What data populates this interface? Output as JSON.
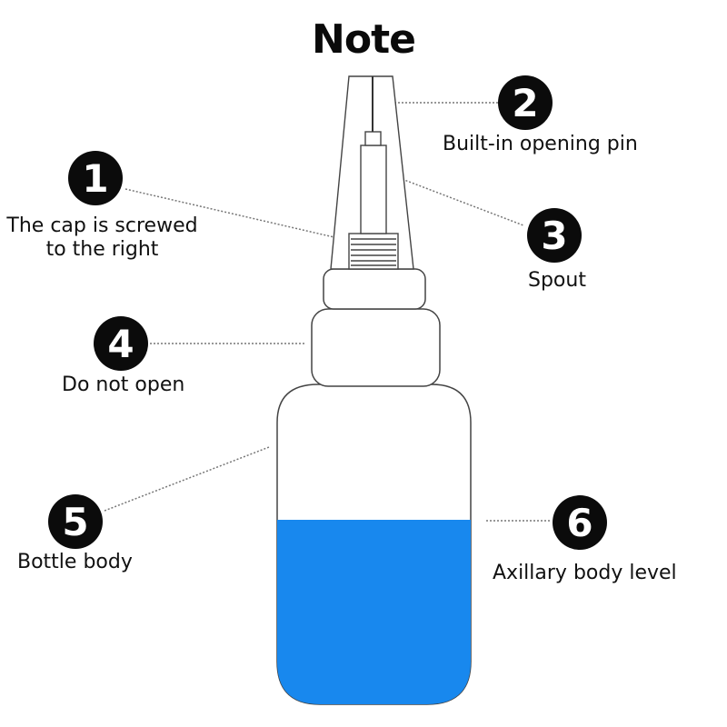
{
  "title": "Note",
  "colors": {
    "liquid": "#1888ee",
    "outline": "#444444",
    "badge": "#0b0b0b",
    "leader": "#777777"
  },
  "callouts": [
    {
      "number": "1",
      "label_lines": [
        "The cap is screwed",
        "to the right"
      ]
    },
    {
      "number": "2",
      "label_lines": [
        "Built-in opening pin"
      ]
    },
    {
      "number": "3",
      "label_lines": [
        "Spout"
      ]
    },
    {
      "number": "4",
      "label_lines": [
        "Do not open"
      ]
    },
    {
      "number": "5",
      "label_lines": [
        "Bottle body"
      ]
    },
    {
      "number": "6",
      "label_lines": [
        "Axillary body level"
      ]
    }
  ]
}
